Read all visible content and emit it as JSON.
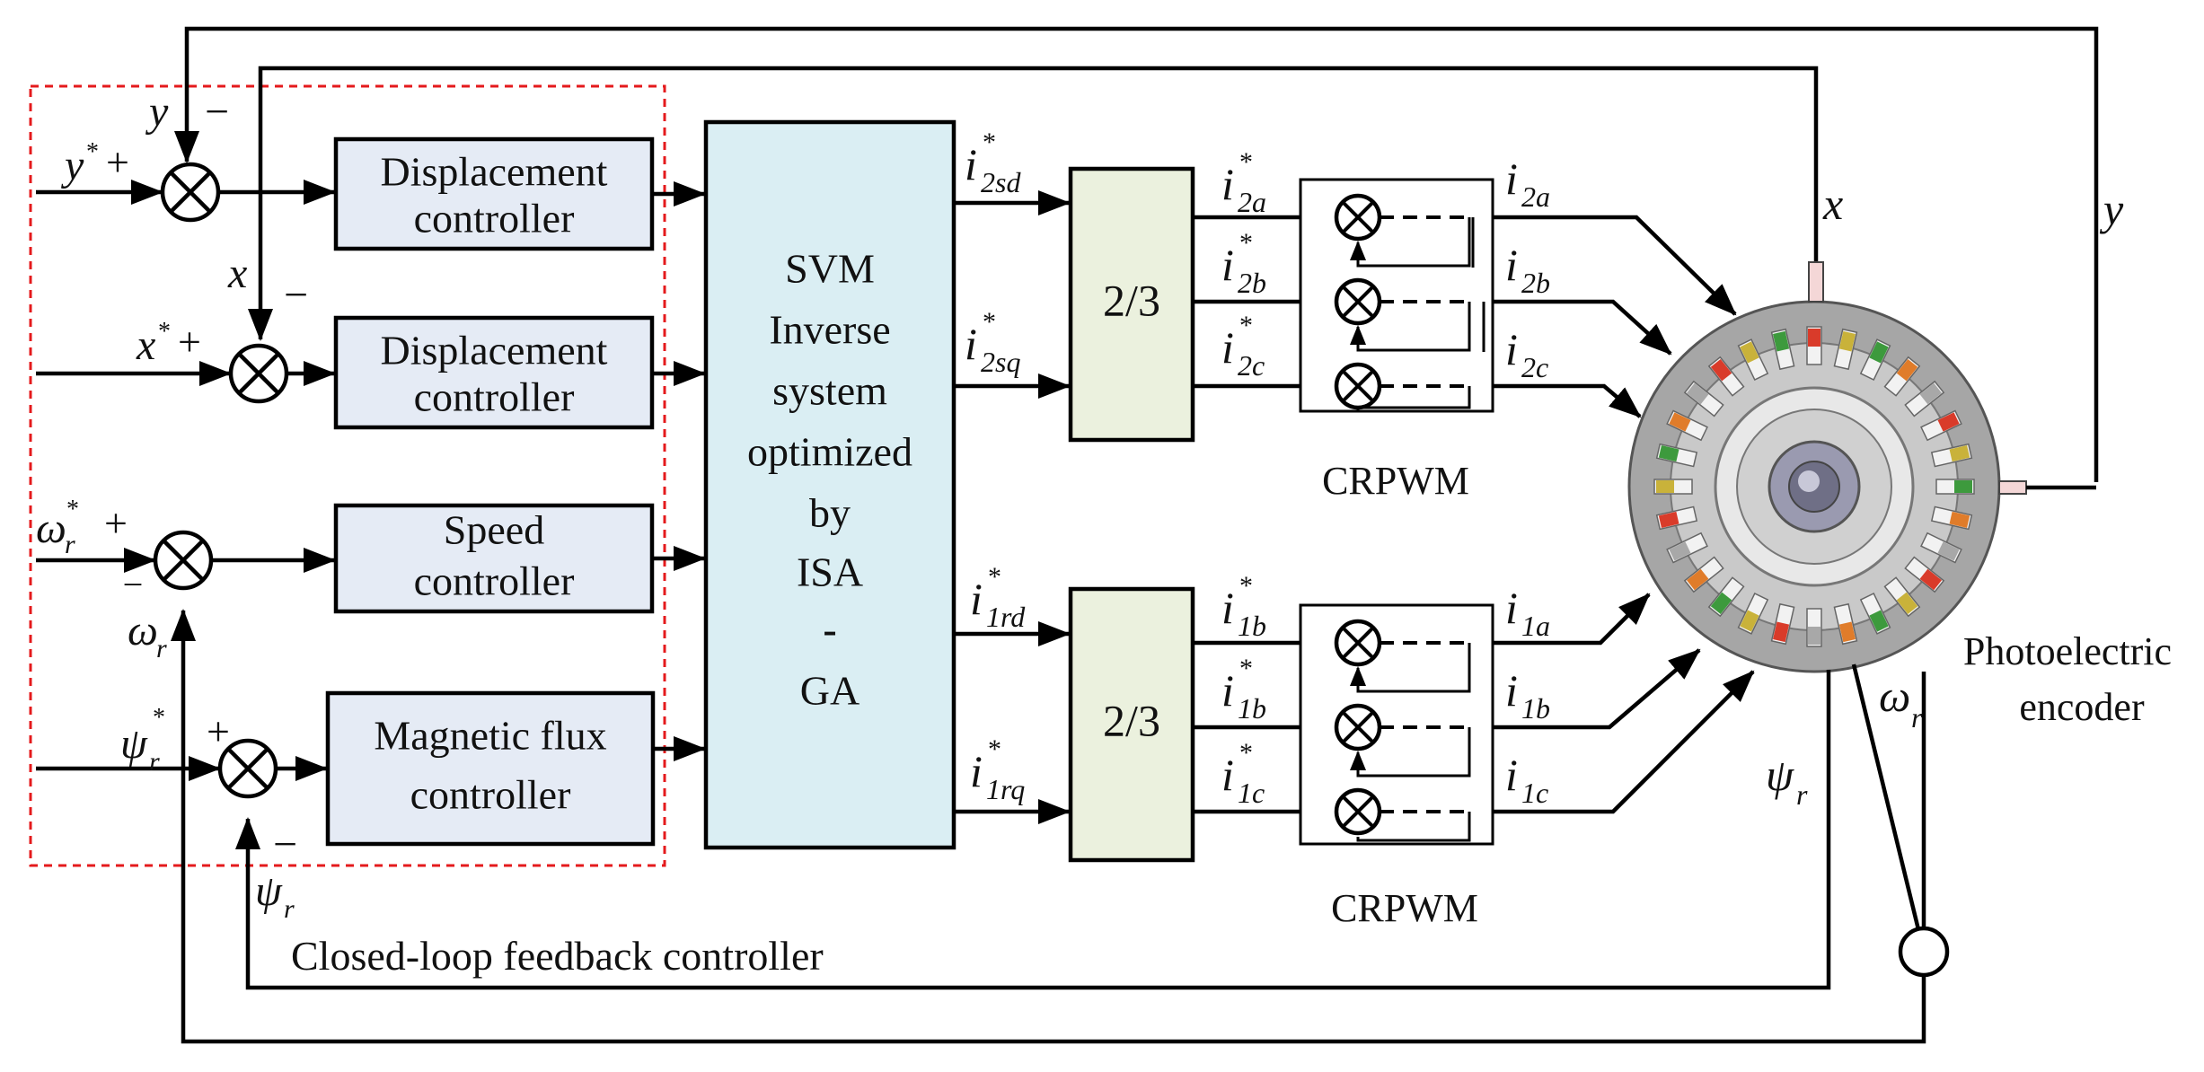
{
  "blocks": {
    "displacement_y": [
      "Displacement",
      "controller"
    ],
    "displacement_x": [
      "Displacement",
      "controller"
    ],
    "speed": [
      "Speed",
      "controller"
    ],
    "flux": [
      "Magnetic flux",
      "controller"
    ],
    "svm": [
      "SVM",
      "Inverse",
      "system",
      "optimized",
      "by",
      "ISA",
      "-",
      "GA"
    ],
    "transform_top": "2/3",
    "transform_bottom": "2/3",
    "crpwm_top": "CRPWM",
    "crpwm_bottom": "CRPWM"
  },
  "caption": {
    "closed_loop": "Closed-loop feedback controller",
    "encoder": [
      "Photoelectric",
      "encoder"
    ]
  },
  "signs": {
    "plus": "+",
    "minus": "−"
  },
  "symbols": {
    "y": "y",
    "x": "x",
    "star": "*",
    "omega": "ω",
    "psi": "ψ",
    "sub_r": "r",
    "overbar": "‾",
    "i": "i",
    "sub_2sd": "2sd",
    "sub_2sq": "2sq",
    "sub_1rd": "1rd",
    "sub_1rq": "1rq",
    "sub_2a": "2a",
    "sub_2b": "2b",
    "sub_2c": "2c",
    "sub_1a": "1a",
    "sub_1b": "1b",
    "sub_1c": "1c"
  },
  "colors": {
    "controller_fill": "#e5ebf5",
    "svm_fill": "#daeef3",
    "transform_fill": "#ebf1de",
    "dashed_border": "#e41a1c",
    "motor_outer": "#a6a6a6",
    "motor_inner": "#d0d0d0"
  },
  "icons": {
    "summing_junction": "circle-with-x",
    "motor": "motor-cross-section-icon",
    "encoder": "open-circle"
  }
}
